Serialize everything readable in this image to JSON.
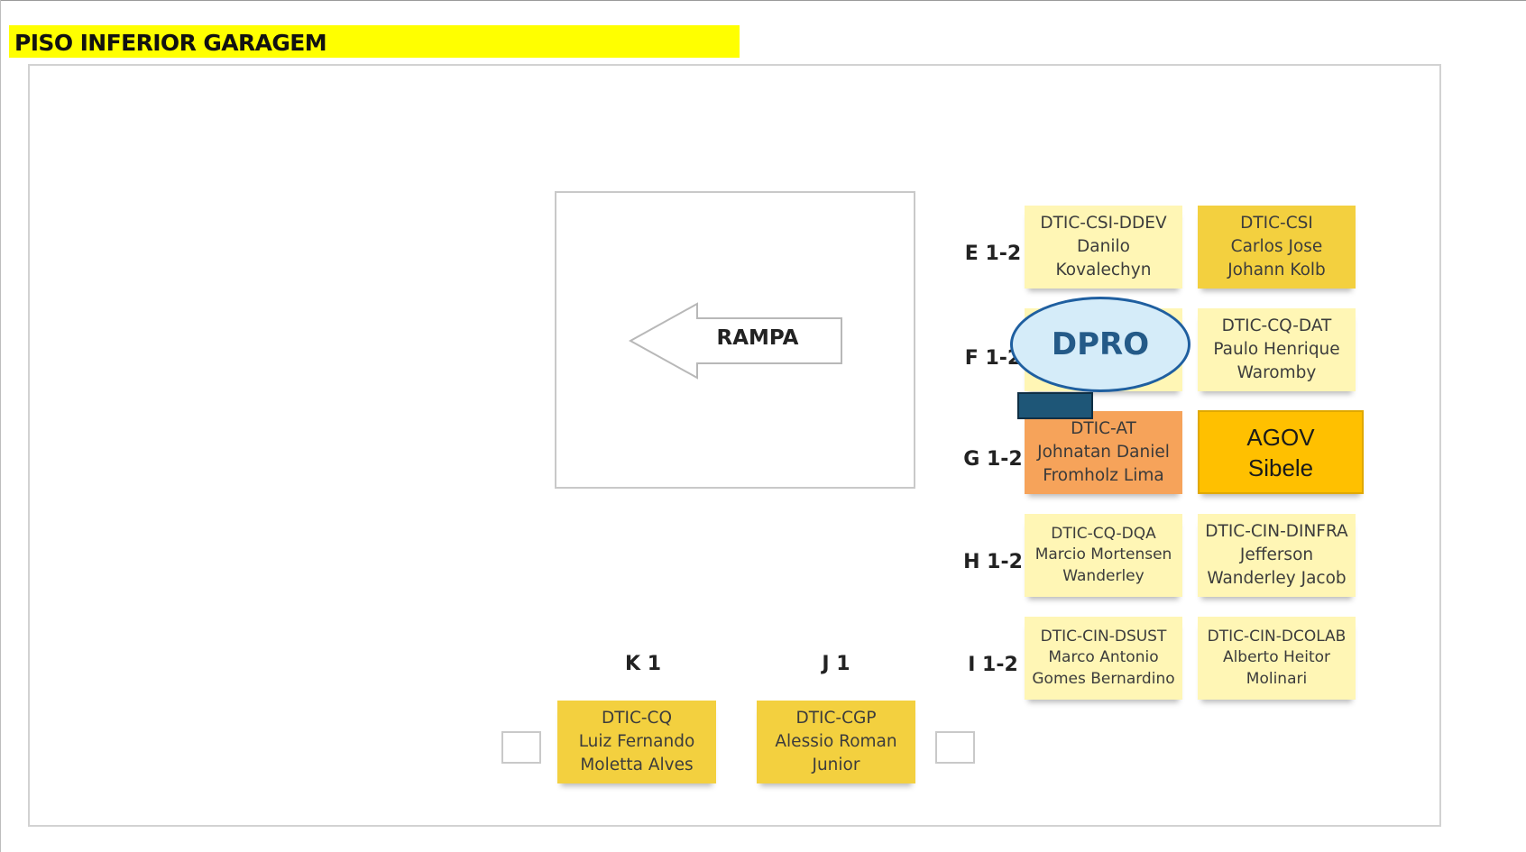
{
  "title": "PISO INFERIOR GARAGEM",
  "ramp": {
    "label": "RAMPA"
  },
  "row_labels": {
    "e": "E 1-2",
    "f": "F 1-2",
    "g": "G 1-2",
    "h": "H 1-2",
    "i": "I 1-2",
    "k": "K 1",
    "j": "J 1"
  },
  "dpro": {
    "label": "DPRO"
  },
  "spots": {
    "e1": [
      "DTIC-CSI-DDEV",
      "Danilo",
      "Kovalechyn"
    ],
    "e2": [
      "DTIC-CSI",
      "Carlos Jose",
      "Johann Kolb"
    ],
    "f2": [
      "DTIC-CQ-DAT",
      "Paulo Henrique",
      "Waromby"
    ],
    "g1": [
      "DTIC-AT",
      "Johnatan Daniel",
      "Fromholz Lima"
    ],
    "g2": [
      "AGOV",
      "Sibele"
    ],
    "h1": [
      "DTIC-CQ-DQA",
      "Marcio Mortensen",
      "Wanderley"
    ],
    "h2": [
      "DTIC-CIN-DINFRA",
      "Jefferson",
      "Wanderley Jacob"
    ],
    "i1": [
      "DTIC-CIN-DSUST",
      "Marco Antonio",
      "Gomes Bernardino"
    ],
    "i2": [
      "DTIC-CIN-DCOLAB",
      "Alberto Heitor",
      "Molinari"
    ],
    "k1": [
      "DTIC-CQ",
      "Luiz Fernando",
      "Moletta Alves"
    ],
    "j1": [
      "DTIC-CGP",
      "Alessio Roman",
      "Junior"
    ]
  },
  "colors": {
    "title_highlight": "#ffff00",
    "sticky_pale": "#fff6b5",
    "sticky_gold": "#f3d03f",
    "sticky_orange": "#f6a35a",
    "sticky_amber": "#ffc000",
    "dpro_fill": "#d5ecf9",
    "dpro_border": "#1f5fa0",
    "blue_rect": "#1e5677"
  }
}
